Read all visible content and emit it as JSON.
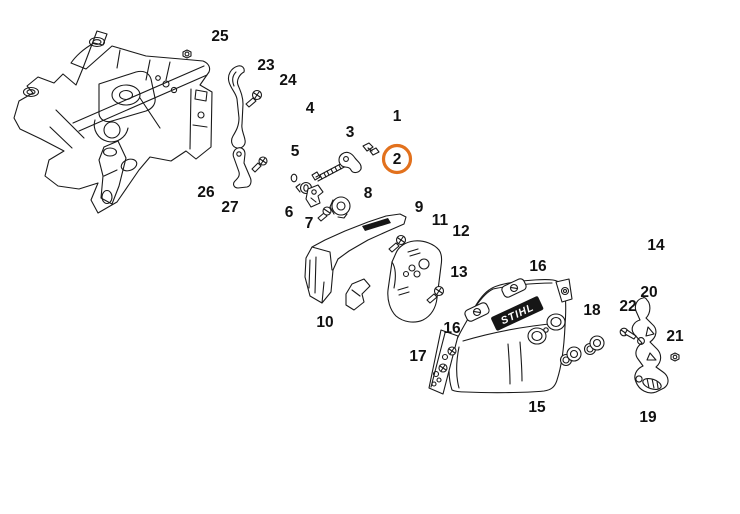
{
  "diagram": {
    "kind": "exploded-parts-diagram",
    "background": "#FFFFFF",
    "line_color": "#1A1A1A"
  },
  "colors": {
    "highlight": "#E2711D",
    "line": "#1A1A1A",
    "logo_band": "#161616",
    "logo_text": "#FFFFFF"
  },
  "cover": {
    "logo": "STIHL"
  },
  "highlighted_callout": "2",
  "callouts": {
    "c1": "1",
    "c2": "2",
    "c3": "3",
    "c4": "4",
    "c5": "5",
    "c6": "6",
    "c7": "7",
    "c8": "8",
    "c9": "9",
    "c10": "10",
    "c11": "11",
    "c12": "12",
    "c13": "13",
    "c14": "14",
    "c15": "15",
    "c16": "16",
    "c17": "17",
    "c18": "18",
    "c19": "19",
    "c20": "20",
    "c21": "21",
    "c22": "22",
    "c23": "23",
    "c24": "24",
    "c25": "25",
    "c26": "26",
    "c27": "27"
  }
}
